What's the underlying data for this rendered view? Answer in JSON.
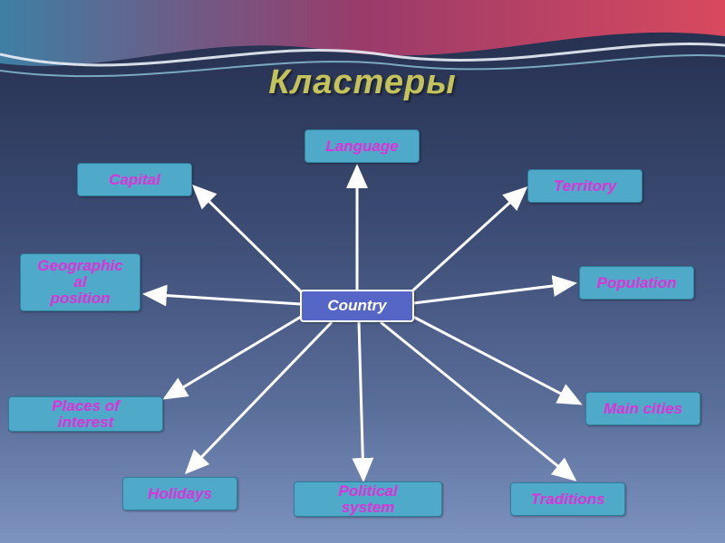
{
  "title": "Кластеры",
  "center": "Country",
  "nodes": {
    "language": "Language",
    "capital": "Capital",
    "territory": "Territory",
    "geographical": "Geographic\nal\nposition",
    "population": "Population",
    "places": "Places of\ninterest",
    "main_cities": "Main cities",
    "holidays": "Holidays",
    "political": "Political\nsystem",
    "traditions": "Traditions"
  },
  "colors": {
    "node_fill": "#4fa9c8",
    "node_text": "#e22fd8",
    "center_fill": "#5566c6",
    "title": "#c3c35a"
  }
}
